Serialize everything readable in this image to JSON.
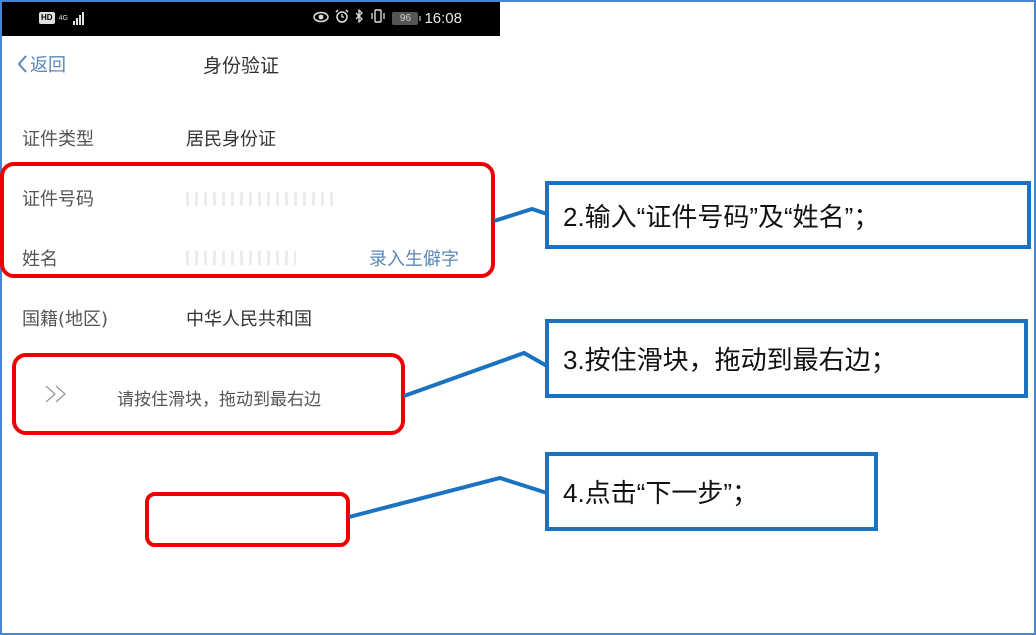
{
  "status_bar": {
    "left_icons": [
      "hd-icon",
      "4g-icon",
      "signal-icon"
    ],
    "hd_label": "HD",
    "network_label": "4G",
    "right_icons": [
      "eye-icon",
      "alarm-icon",
      "bluetooth-icon",
      "vibrate-icon"
    ],
    "battery_level": "96",
    "time": "16:08"
  },
  "nav": {
    "back_label": "返回",
    "title": "身份验证"
  },
  "form": {
    "rows": [
      {
        "label": "证件类型",
        "value": "居民身份证"
      },
      {
        "label": "证件号码",
        "value": "",
        "placeholder": "(blurred)"
      },
      {
        "label": "姓名",
        "value": "",
        "placeholder": "(blurred)",
        "action": "录入生僻字"
      },
      {
        "label": "国籍(地区)",
        "value": "中华人民共和国"
      }
    ]
  },
  "slider": {
    "arrow": "»",
    "hint": "请按住滑块，拖动到最右边"
  },
  "next_button": {
    "label": ""
  },
  "annotations": {
    "colors": {
      "highlight": "#ee0000",
      "callout_border": "#1a72c0",
      "frame": "#4a86d0",
      "link": "#5b87b8"
    },
    "callouts": [
      {
        "step": "2",
        "text": "2.输入“证件号码”及“姓名”；"
      },
      {
        "step": "3",
        "text": "3.按住滑块，拖动到最右边；"
      },
      {
        "step": "4",
        "text": "4.点击“下一步”；"
      }
    ]
  }
}
